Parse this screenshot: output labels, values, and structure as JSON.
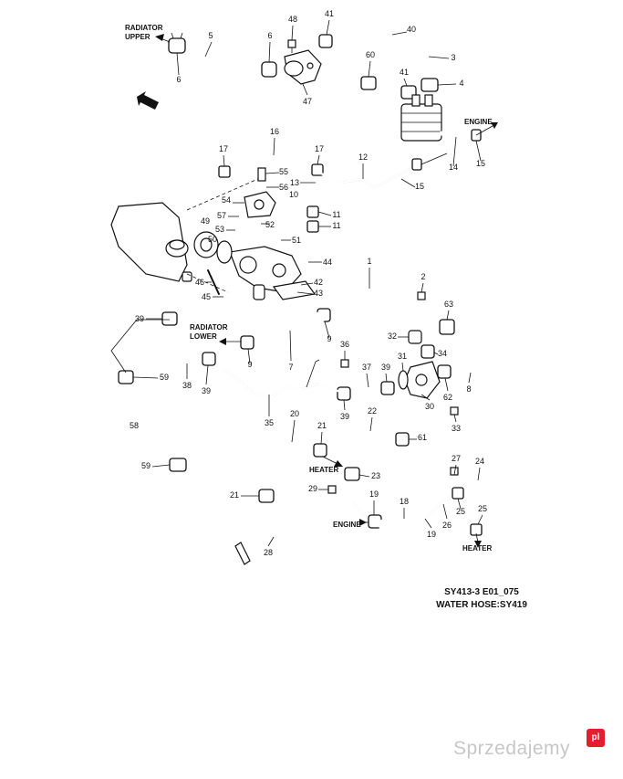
{
  "caption": {
    "code": "SY413-3 E01_075",
    "title": "WATER HOSE:SY419"
  },
  "labels": {
    "radiator_upper_1": "RADIATOR",
    "radiator_upper_2": "UPPER",
    "radiator_lower_1": "RADIATOR",
    "radiator_lower_2": "LOWER",
    "engine_top": "ENGINE",
    "engine_bottom": "ENGINE",
    "heater_mid": "HEATER",
    "heater_bottom": "HEATER"
  },
  "watermark": {
    "text": "Sprzedajemy",
    "badge": "pl"
  },
  "part_numbers": {
    "n1": "1",
    "n2": "2",
    "n3": "3",
    "n4": "4",
    "n5": "5",
    "n6a": "6",
    "n6b": "6",
    "n7": "7",
    "n8": "8",
    "n9a": "9",
    "n9b": "9",
    "n10": "10",
    "n11a": "11",
    "n11b": "11",
    "n12": "12",
    "n13": "13",
    "n14": "14",
    "n15a": "15",
    "n15b": "15",
    "n16": "16",
    "n17a": "17",
    "n17b": "17",
    "n18": "18",
    "n19a": "19",
    "n19b": "19",
    "n20": "20",
    "n21a": "21",
    "n21b": "21",
    "n22": "22",
    "n23": "23",
    "n24": "24",
    "n25a": "25",
    "n25b": "25",
    "n26": "26",
    "n27": "27",
    "n28": "28",
    "n29": "29",
    "n30": "30",
    "n31": "31",
    "n32": "32",
    "n33": "33",
    "n34": "34",
    "n35": "35",
    "n36": "36",
    "n37": "37",
    "n38": "38",
    "n39a": "39",
    "n39b": "39",
    "n39c": "39",
    "n39d": "39",
    "n40": "40",
    "n41a": "41",
    "n41b": "41",
    "n42": "42",
    "n43": "43",
    "n44": "44",
    "n45": "45",
    "n46": "46",
    "n47": "47",
    "n48": "48",
    "n49": "49",
    "n50": "50",
    "n51": "51",
    "n52": "52",
    "n53": "53",
    "n54": "54",
    "n55": "55",
    "n56": "56",
    "n57": "57",
    "n58": "58",
    "n59a": "59",
    "n59b": "59",
    "n60": "60",
    "n61": "61",
    "n62": "62",
    "n63": "63"
  }
}
